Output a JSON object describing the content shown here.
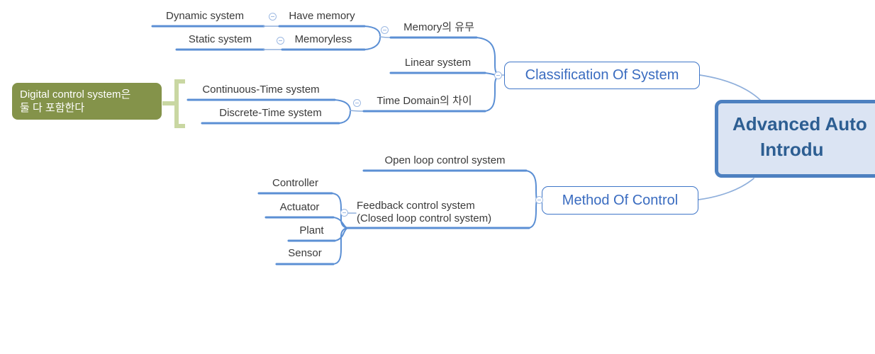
{
  "colors": {
    "line_blue": "#5b8fd4",
    "curve_blue": "#8fafdb",
    "node_border_blue": "#3f76c8",
    "node_text_blue": "#3a6cc0",
    "root_border": "#4d80c0",
    "root_fill": "#dbe4f3",
    "root_text": "#2d5e92",
    "note_green": "#84934a",
    "bracket_green": "#c9d7a2",
    "label_text": "#3a3a3a",
    "icon_blue": "#9db9e2"
  },
  "root": {
    "title_line1": "Advanced Auto",
    "title_line2": "Introdu"
  },
  "branches": {
    "classification": "Classification Of System",
    "method": "Method Of Control"
  },
  "topics": {
    "dynamic": "Dynamic system",
    "have_memory": "Have memory",
    "static": "Static system",
    "memoryless": "Memoryless",
    "memory_group": "Memory의 유무",
    "linear": "Linear system",
    "continuous": "Continuous-Time system",
    "discrete": "Discrete-Time system",
    "time_domain": "Time Domain의 차이",
    "open_loop": "Open loop control system",
    "feedback_line1": "Feedback control system",
    "feedback_line2": "(Closed loop control system)",
    "controller": "Controller",
    "actuator": "Actuator",
    "plant": "Plant",
    "sensor": "Sensor"
  },
  "note": {
    "line1": "Digital control system은",
    "line2": "둘 다 포함한다"
  }
}
